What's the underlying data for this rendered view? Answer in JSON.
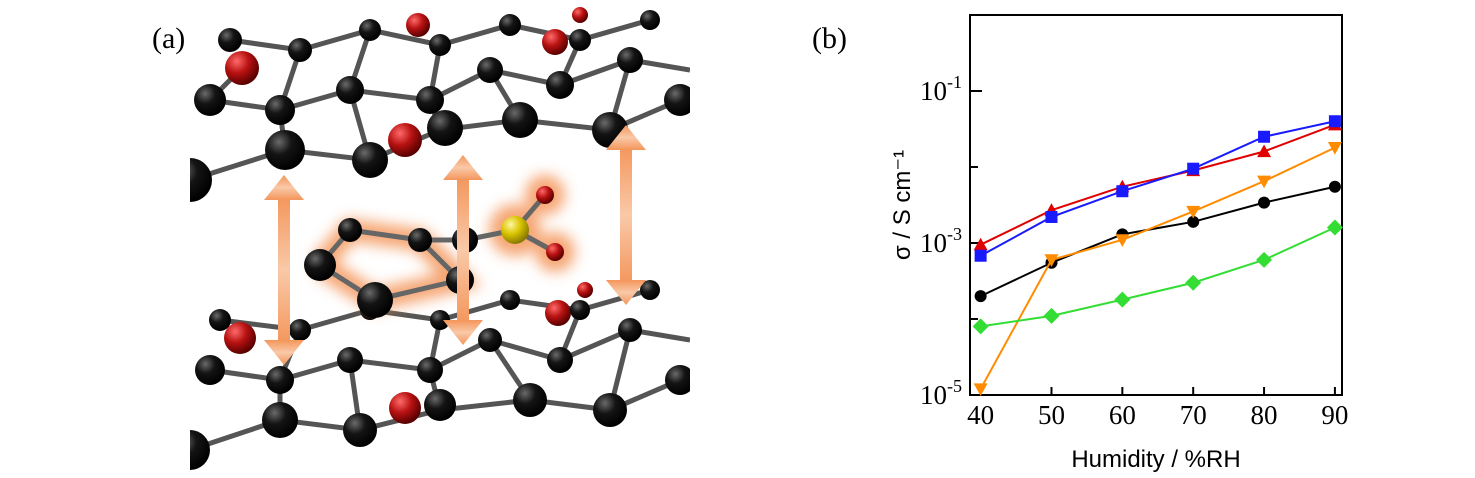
{
  "panels": {
    "a_label": "(a)",
    "b_label": "(b)"
  },
  "colors": {
    "carbon": "#1a1a1a",
    "oxygen": "#b81212",
    "sulfur": "#d9c400",
    "arrow": "#f4955a"
  },
  "chart_data": {
    "type": "line",
    "title": "",
    "xlabel": "Humidity / %RH",
    "ylabel": "σ / S cm⁻¹",
    "yscale": "log",
    "xlim": [
      38.5,
      91
    ],
    "ylim": [
      1e-05,
      1
    ],
    "xticks": [
      40,
      50,
      60,
      70,
      80,
      90
    ],
    "yticks": [
      {
        "value": 0.1,
        "base": "10",
        "exp": "-1"
      },
      {
        "value": 0.001,
        "base": "10",
        "exp": "-3"
      },
      {
        "value": 1e-05,
        "base": "10",
        "exp": "-5"
      }
    ],
    "grid": false,
    "legend": "none",
    "x": [
      40,
      50,
      60,
      70,
      80,
      90
    ],
    "series": [
      {
        "color": "#e00000",
        "marker": "triangle-up",
        "values": [
          0.00095,
          0.0027,
          0.0055,
          0.009,
          0.016,
          0.036
        ]
      },
      {
        "color": "#1a1aff",
        "marker": "square",
        "values": [
          0.00068,
          0.0022,
          0.0048,
          0.0095,
          0.025,
          0.04
        ]
      },
      {
        "color": "#000000",
        "marker": "circle",
        "values": [
          0.0002,
          0.00055,
          0.0013,
          0.0019,
          0.0034,
          0.0055
        ]
      },
      {
        "color": "#ff8c00",
        "marker": "triangle-down",
        "values": [
          1.2e-05,
          0.0006,
          0.0011,
          0.0026,
          0.0065,
          0.018
        ]
      },
      {
        "color": "#33dd33",
        "marker": "diamond",
        "values": [
          8e-05,
          0.00011,
          0.00018,
          0.0003,
          0.0006,
          0.0016
        ]
      }
    ]
  }
}
